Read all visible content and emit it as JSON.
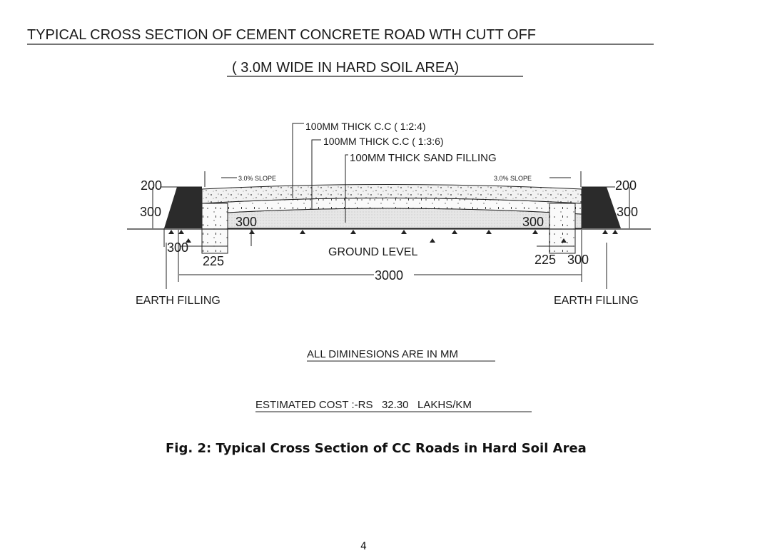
{
  "title": "TYPICAL CROSS SECTION OF CEMENT CONCRETE ROAD WTH CUTT OFF",
  "subtitle": "( 3.0M WIDE IN HARD SOIL AREA)",
  "layers": {
    "top": "100MM THICK C.C ( 1:2:4)",
    "middle": "100MM THICK C.C ( 1:3:6)",
    "bottom": "100MM THICK SAND FILLING"
  },
  "slope_left": "3.0% SLOPE",
  "slope_right": "3.0% SLOPE",
  "dims": {
    "left_top": "200",
    "left_height": "300",
    "left_base": "300",
    "left_cutoff_width": "225",
    "left_cutoff_depth": "300",
    "right_cutoff_depth": "300",
    "right_cutoff_width": "225",
    "right_base": "300",
    "right_top": "200",
    "right_height": "300",
    "total_width": "3000"
  },
  "ground_level": "GROUND LEVEL",
  "earth_filling_left": "EARTH FILLING",
  "earth_filling_right": "EARTH FILLING",
  "note": "ALL DIMINESIONS ARE IN MM",
  "cost": "ESTIMATED COST :-RS   32.30   LAKHS/KM",
  "caption": "Fig. 2: Typical Cross Section of CC Roads in Hard Soil Area",
  "page_number": "4"
}
